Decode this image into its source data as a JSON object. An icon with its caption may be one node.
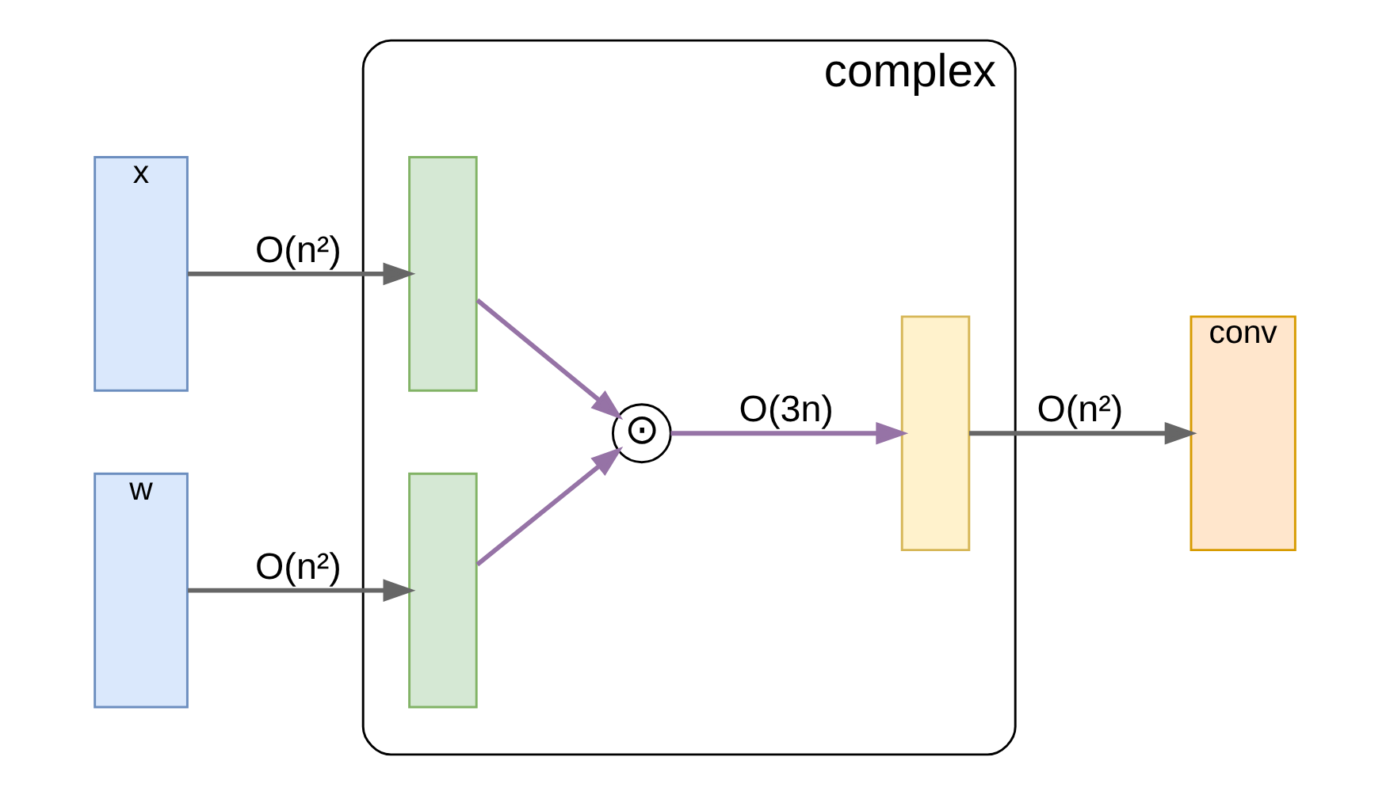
{
  "diagram": {
    "nodes": [
      {
        "text": [
          "x"
        ]
      },
      {
        "text": [
          "w"
        ]
      },
      {
        "text": [
          "complex"
        ]
      },
      {
        "text": [],
        "shape": "bar",
        "in": 2
      },
      {
        "text": [],
        "shape": "bar",
        "in": 2
      },
      {
        "text": [
          "⊙"
        ],
        "in": 2
      },
      {
        "text": [],
        "shape": "bar",
        "in": 2
      },
      {
        "text": [
          "conv"
        ]
      }
    ],
    "edges": [
      {
        "from": 0,
        "to": 3,
        "arrow": "to",
        "label": "O(n²)"
      },
      {
        "from": 1,
        "to": 4,
        "arrow": "to",
        "label": "O(n²)"
      },
      {
        "from": 3,
        "to": 5,
        "arrow": "to",
        "color": "#9673a6"
      },
      {
        "from": 4,
        "to": 5,
        "arrow": "to",
        "color": "#9673a6"
      },
      {
        "from": 5,
        "to": 6,
        "arrow": "to",
        "label": "O(3n)",
        "color": "#9673a6"
      },
      {
        "from": 6,
        "to": 7,
        "arrow": "to",
        "label": "O(n²)"
      }
    ]
  }
}
